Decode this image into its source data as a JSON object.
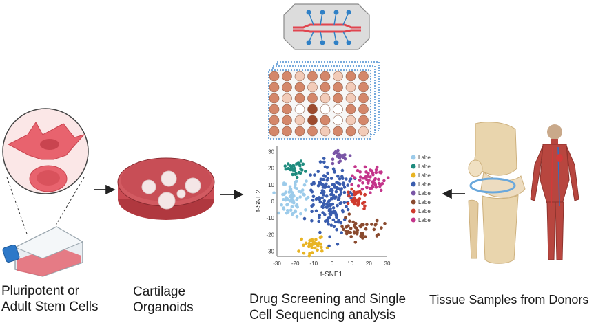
{
  "captions": {
    "stem_cells": [
      "Pluripotent or",
      "Adult Stem Cells"
    ],
    "organoids": [
      "Cartilage",
      "Organoids"
    ],
    "screening": [
      "Drug Screening and Single",
      "Cell Sequencing analysis"
    ],
    "donors": [
      "Tissue Samples from Donors"
    ]
  },
  "tsne": {
    "xlabel": "t-SNE1",
    "ylabel": "t-SNE2",
    "x_ticks": [
      "-30",
      "-20",
      "-10",
      "0",
      "10",
      "20",
      "30"
    ],
    "y_ticks": [
      "30",
      "20",
      "10",
      "0",
      "-10",
      "-20",
      "-30"
    ],
    "legend": [
      {
        "label": "Label",
        "color": "#9ccbea"
      },
      {
        "label": "Label",
        "color": "#1e8b7e"
      },
      {
        "label": "Label",
        "color": "#e8b423"
      },
      {
        "label": "Label",
        "color": "#3a5dae"
      },
      {
        "label": "Label",
        "color": "#7a56a6"
      },
      {
        "label": "Label",
        "color": "#8a4a2e"
      },
      {
        "label": "Label",
        "color": "#cf3b2e"
      },
      {
        "label": "Label",
        "color": "#c4358b"
      }
    ]
  },
  "colors": {
    "cell_pink": "#e8636e",
    "organoid_red": "#c94a52",
    "well_dark": "#9c4b2e",
    "well_mid": "#d4876a",
    "well_light": "#f2cbb8",
    "plate_blue": "#4a8ed0",
    "chip_red": "#e0454f",
    "chip_blue": "#2f80c6",
    "bone": "#e9d5ad",
    "muscle": "#b8463f"
  }
}
